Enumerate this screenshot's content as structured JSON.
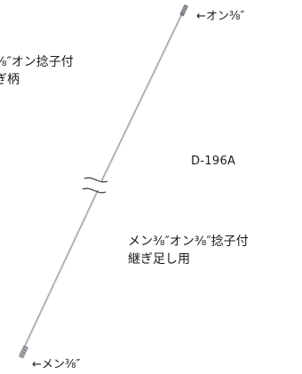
{
  "labels": {
    "top_connector": "←オン⅜″",
    "left_clipped_line1": "⅜″オン捻子付",
    "left_clipped_line2": "ぎ柄",
    "model": "D-196A",
    "description_line1": "メン⅜″オン⅜″捻子付",
    "description_line2": "継ぎ足し用",
    "bottom_connector": "←メン⅜″"
  },
  "colors": {
    "rod_stroke": "#9fa6ad",
    "rod_highlight": "#d9dde0",
    "fitting_fill": "#7a7f84",
    "break_mark": "#333333",
    "text": "#1a1a1a"
  },
  "icons": {
    "rod": "extension-rod-icon",
    "top_fitting": "female-thread-fitting-icon",
    "bottom_fitting": "male-thread-fitting-icon",
    "break": "break-mark-icon"
  }
}
